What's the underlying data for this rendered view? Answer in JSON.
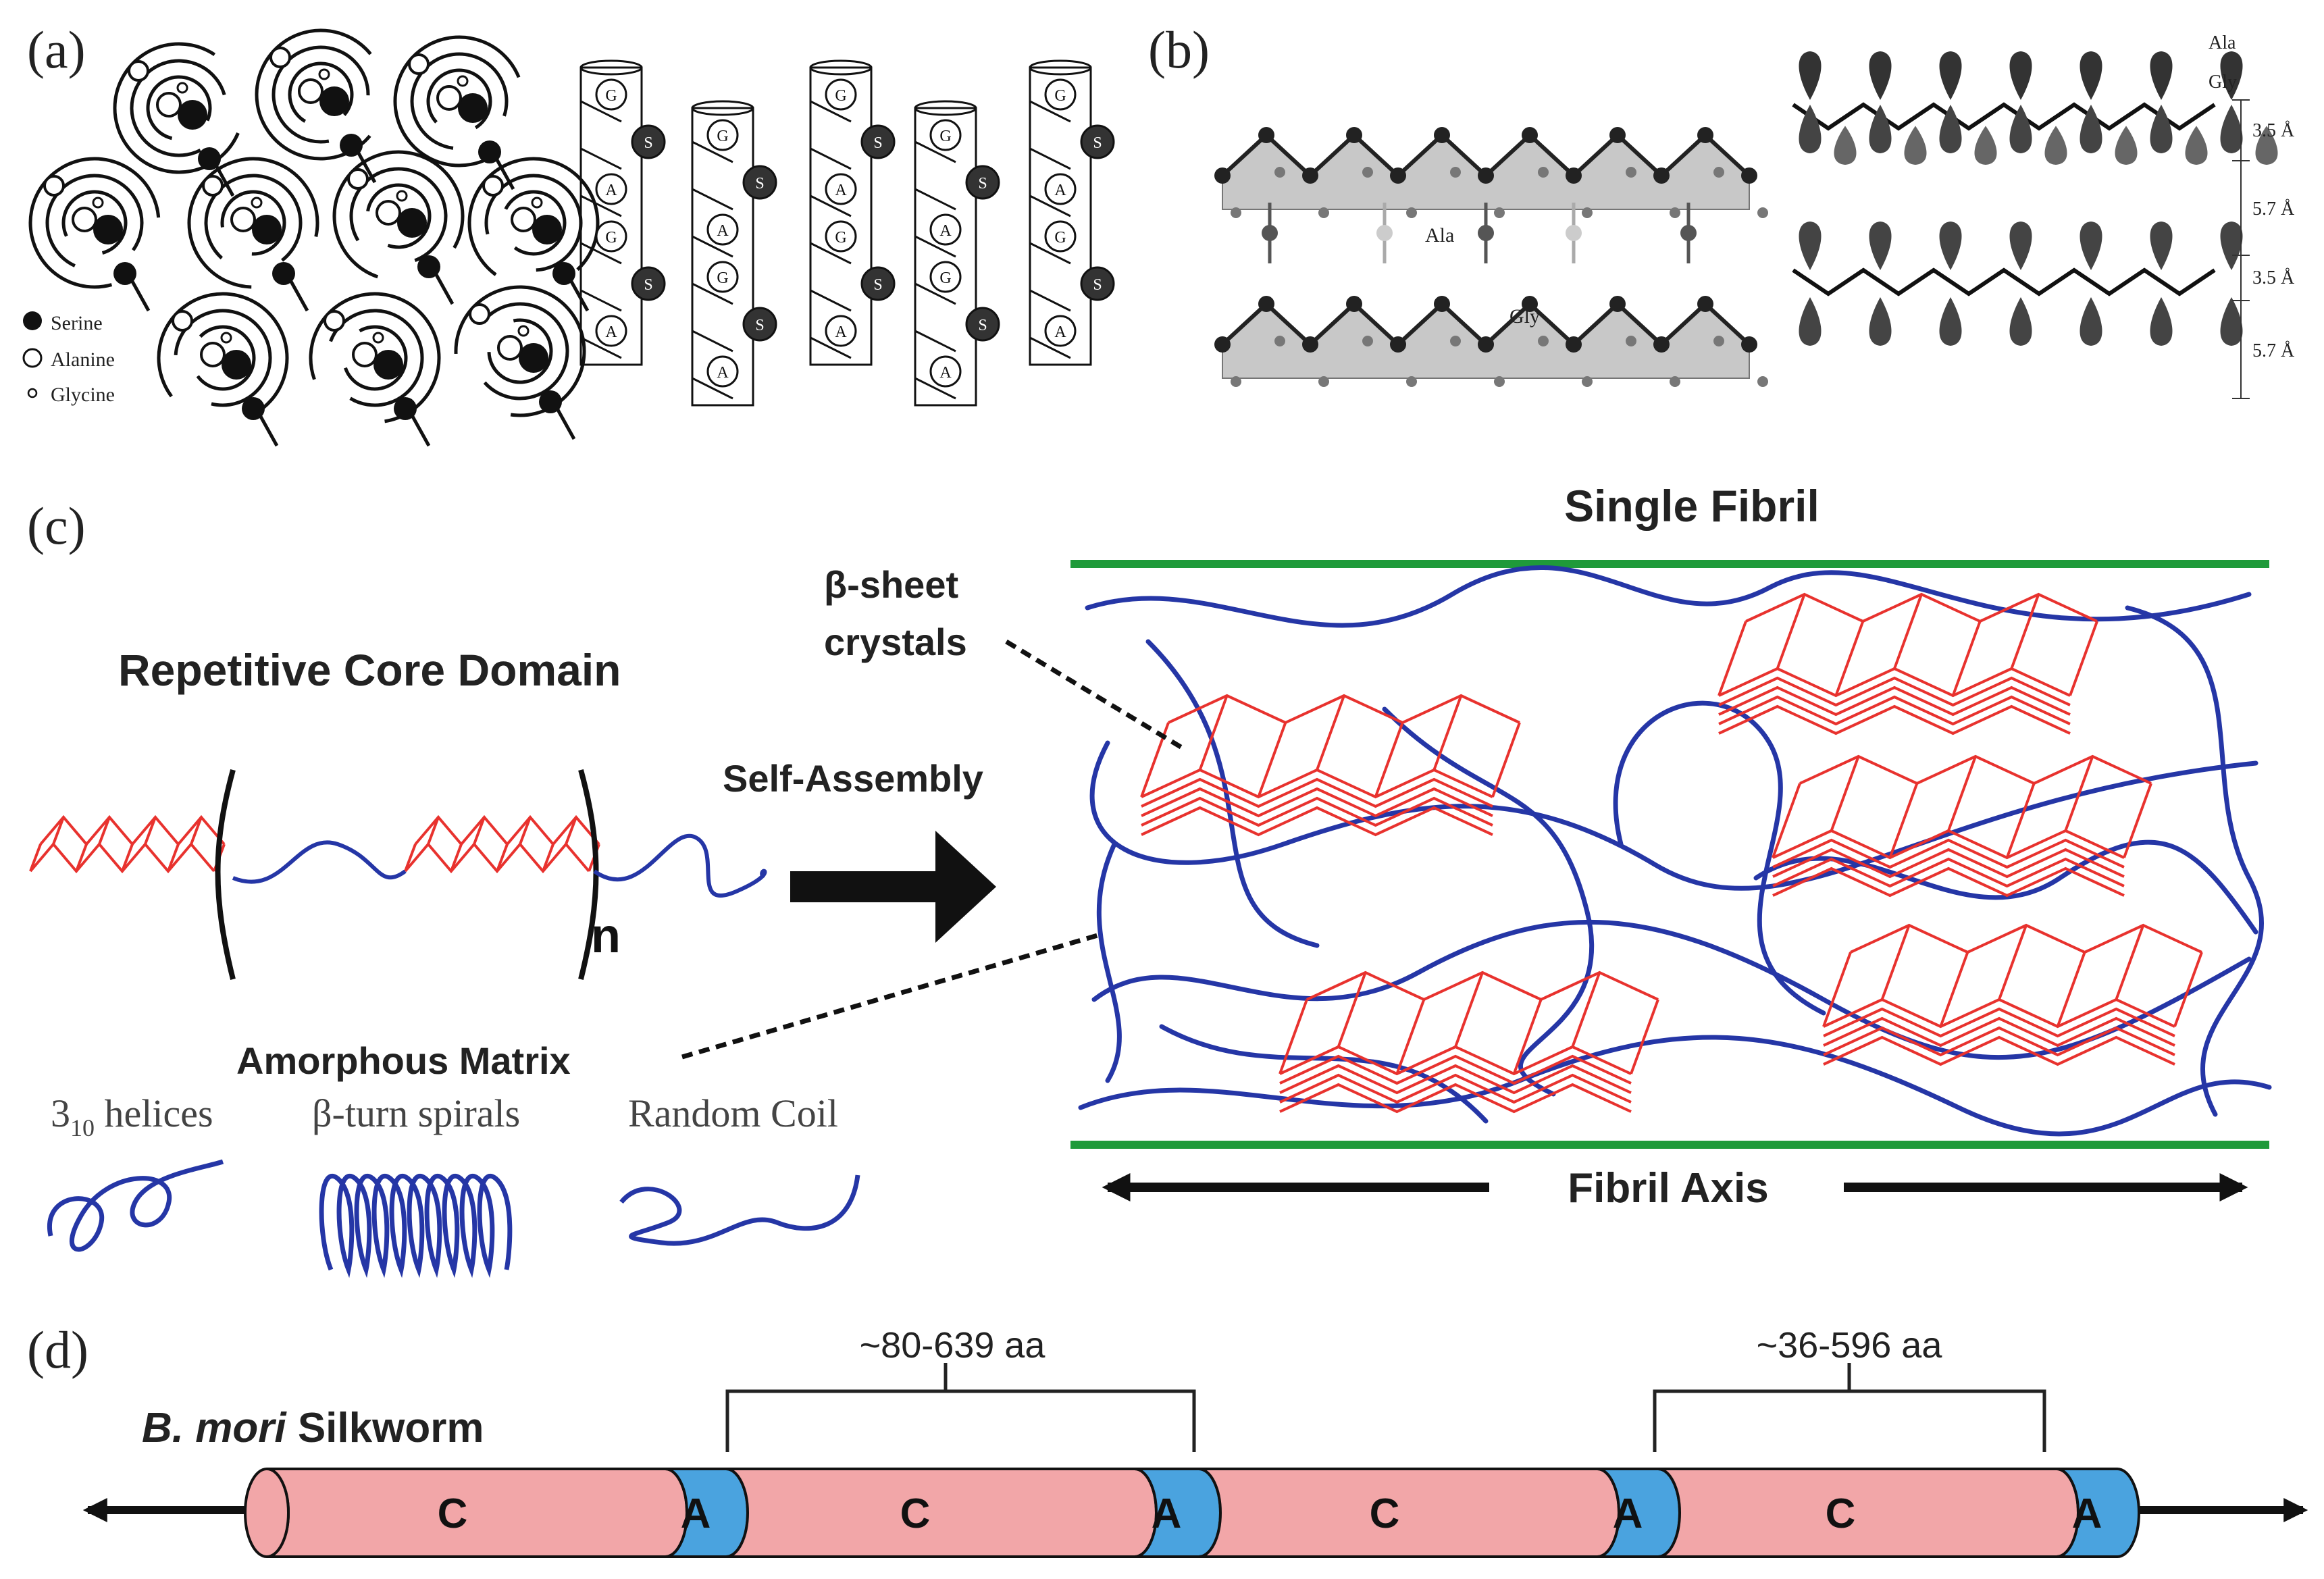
{
  "colors": {
    "ink": "#111111",
    "crystal_red": "#e8322e",
    "chain_blue": "#2536a6",
    "fibril_green": "#1f9a3a",
    "domain_c": "#f2a6a8",
    "domain_a": "#4aa3df"
  },
  "panel_a": {
    "label": "(a)",
    "legend": [
      "Serine",
      "Alanine",
      "Glycine"
    ],
    "helix_residue_letters": [
      "G",
      "S",
      "A"
    ]
  },
  "panel_b": {
    "label": "(b)",
    "model_ala": "Ala",
    "model_gly": "Gly",
    "schematic_ala": "Ala",
    "schematic_gly": "Gly",
    "spacings": [
      "3.5 Å",
      "5.7 Å",
      "3.5 Å",
      "5.7 Å"
    ]
  },
  "panel_c": {
    "label": "(c)",
    "title": "Single Fibril",
    "beta_sheet_1": "β-sheet",
    "beta_sheet_2": "crystals",
    "repetitive_core": "Repetitive Core Domain",
    "self_assembly": "Self-Assembly",
    "repeat_n": "n",
    "amorphous_matrix": "Amorphous Matrix",
    "helices_310_base": "3",
    "helices_310_sub": "10",
    "helices_310_rest": " helices",
    "beta_turn": "β-turn spirals",
    "random_coil": "Random Coil",
    "fibril_axis": "Fibril Axis"
  },
  "panel_d": {
    "label": "(d)",
    "organism_italic": "B. mori",
    "organism_rest": " Silkworm",
    "span_left": "~80-639 aa",
    "span_right": "~36-596 aa",
    "domains": [
      "C",
      "A",
      "C",
      "A",
      "C",
      "A",
      "C",
      "A"
    ]
  }
}
